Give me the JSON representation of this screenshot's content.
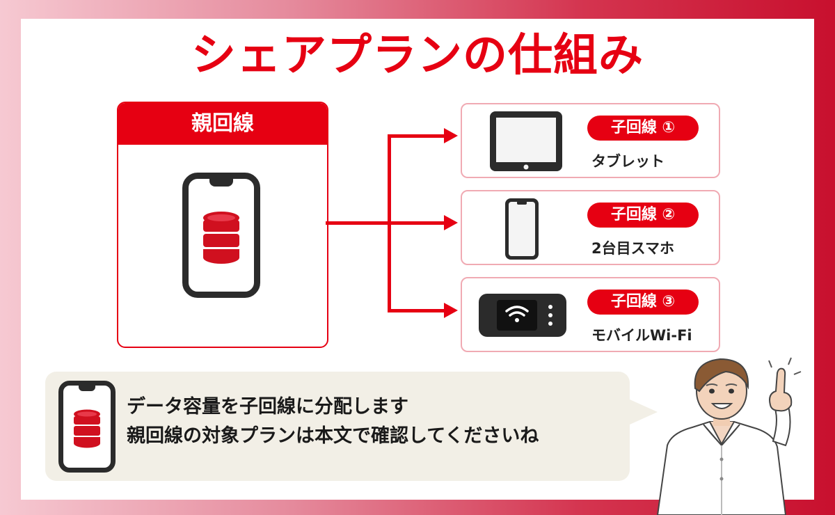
{
  "title": "シェアプランの仕組み",
  "parent": {
    "header": "親回線",
    "icon": "smartphone-database-icon"
  },
  "children": [
    {
      "badge": "子回線 ①",
      "label": "タブレット",
      "icon": "tablet-icon"
    },
    {
      "badge": "子回線 ②",
      "label": "2台目スマホ",
      "icon": "smartphone-icon"
    },
    {
      "badge": "子回線 ③",
      "label": "モバイルWi-Fi",
      "icon": "mobile-wifi-router-icon"
    }
  ],
  "message": {
    "line1": "データ容量を子回線に分配します",
    "line2": "親回線の対象プランは本文で確認してくださいね"
  },
  "colors": {
    "accent": "#e60012",
    "bubble": "#f2efe6",
    "child_border": "#f0aab3"
  }
}
